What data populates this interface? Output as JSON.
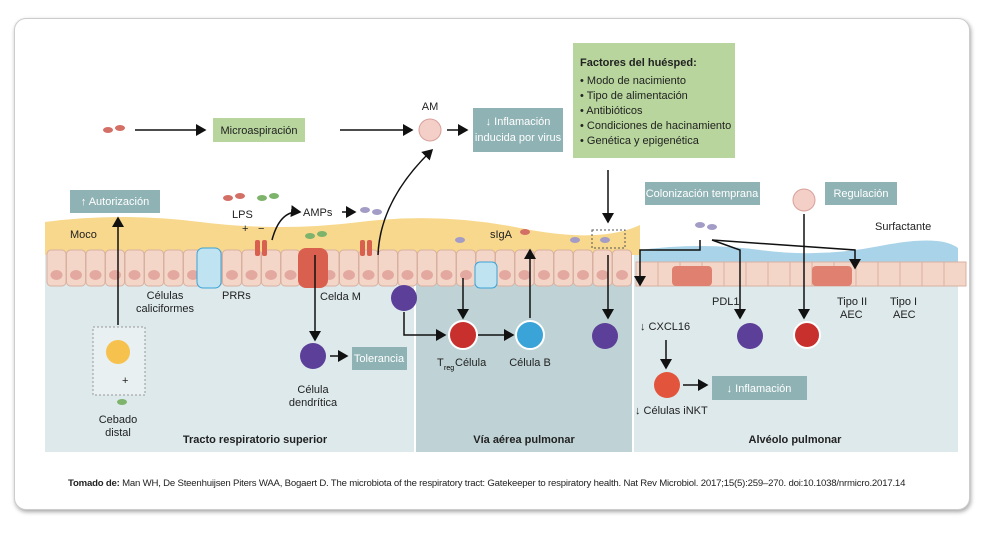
{
  "labels": {
    "microaspiracion": "Microaspiración",
    "am": "AM",
    "inflamacion_virus_1": "↓ Inflamación",
    "inflamacion_virus_2": "inducida por virus",
    "factores_title": "Factores del huésped:",
    "factores": [
      "• Modo de nacimiento",
      "• Tipo de alimentación",
      "• Antibióticos",
      "• Condiciones de hacinamiento",
      "• Genética y epigenética"
    ],
    "autorizacion": "↑ Autorización",
    "moco": "Moco",
    "lps": "LPS",
    "plus": "+",
    "minus": "−",
    "amps": "AMPs",
    "siga": "sIgA",
    "celulas_caliciformes_1": "Células",
    "celulas_caliciformes_2": "caliciformes",
    "prrs": "PRRs",
    "celda_m": "Celda M",
    "tolerancia": "Tolerancia",
    "celula_dendritica_1": "Célula",
    "celula_dendritica_2": "dendrítica",
    "cebado_1": "Cebado",
    "cebado_2": "distal",
    "treg": "T",
    "treg_sub": "reg",
    "treg_celula": "Célula",
    "celula_b": "Célula B",
    "colonizacion": "Colonización temprana",
    "regulacion": "Regulación",
    "surfactante": "Surfactante",
    "pdl1": "PDL1",
    "cxcl16": "↓ CXCL16",
    "tipo2_1": "Tipo II",
    "tipo2_2": "AEC",
    "tipo1_1": "Tipo I",
    "tipo1_2": "AEC",
    "inflamacion": "↓ Inflamación",
    "celulas_inkt": "↓ Células iNKT",
    "region_superior": "Tracto respiratorio superior",
    "region_via": "Vía aérea pulmonar",
    "region_alveolo": "Alvéolo pulmonar"
  },
  "citation": {
    "prefix": "Tomado de:",
    "text": " Man WH, De Steenhuijsen Piters WAA, Bogaert D. The microbiota of the respiratory tract: Gatekeeper to respiratory health. Nat Rev Microbiol. 2017;15(5):259–270. doi:10.1038/nrmicro.2017.14"
  },
  "colors": {
    "green_box": "#b7d59c",
    "teal_box": "#8fb2b4",
    "mucus": "#f7d88c",
    "tissue_light": "#dde9eb",
    "tissue_dark": "#bfd3d6",
    "cell": "#f4d6c8",
    "dendritic": "#5b3f98",
    "treg": "#c8302e",
    "bcell": "#3aa3d8"
  }
}
